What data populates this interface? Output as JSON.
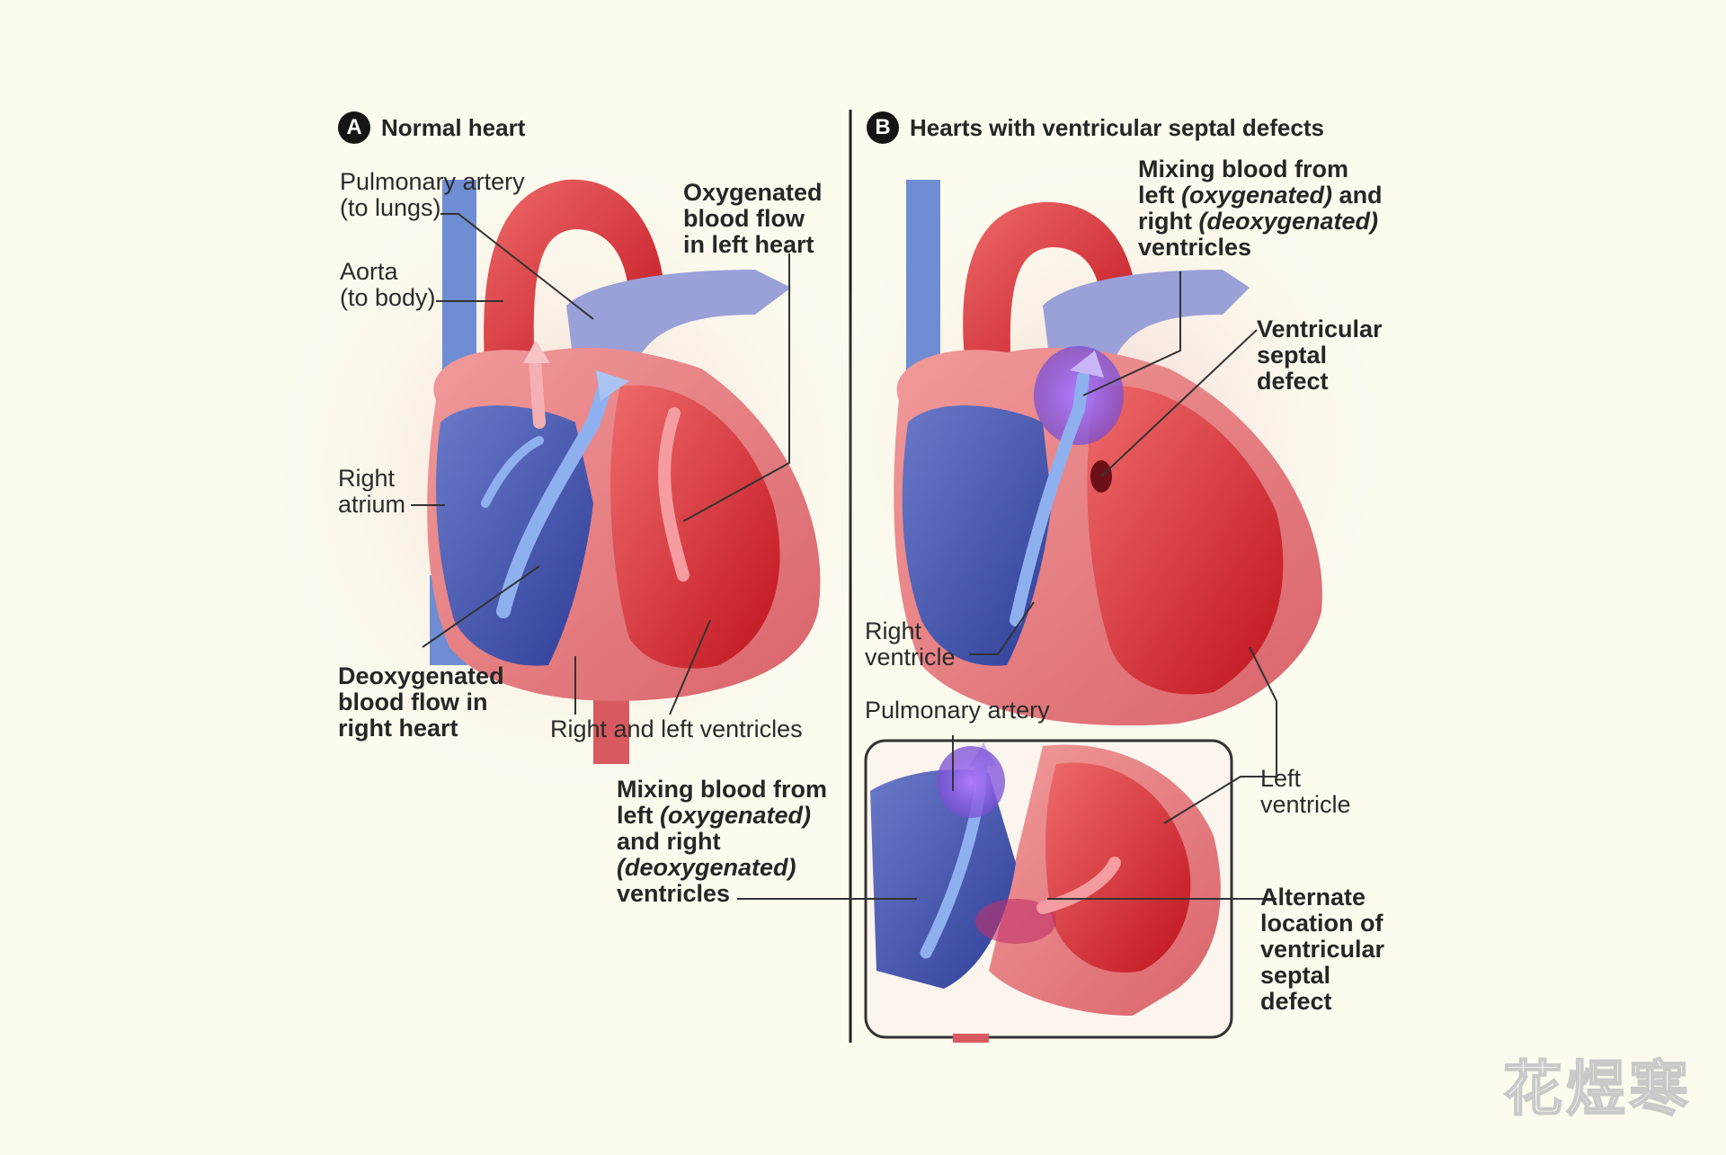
{
  "panel_a": {
    "badge": "A",
    "title": "Normal heart",
    "labels": {
      "pulmonary_artery": [
        "Pulmonary artery",
        "(to lungs)"
      ],
      "aorta": [
        "Aorta",
        "(to body)"
      ],
      "right_atrium": [
        "Right",
        "atrium"
      ],
      "oxygenated_flow": [
        "Oxygenated",
        "blood flow",
        "in left heart"
      ],
      "deoxygenated_flow": [
        "Deoxygenated",
        "blood flow in",
        "right heart"
      ],
      "ventricles": "Right and left ventricles"
    }
  },
  "panel_b": {
    "badge": "B",
    "title": "Hearts with ventricular septal defects",
    "labels": {
      "mixing_top": {
        "l1": "Mixing blood from",
        "l2a": "left ",
        "l2b": "(oxygenated)",
        "l2c": " and",
        "l3a": "right ",
        "l3b": "(deoxygenated)",
        "l4": "ventricles"
      },
      "vsd": [
        "Ventricular",
        "septal",
        "defect"
      ],
      "right_ventricle": [
        "Right",
        "ventricle"
      ],
      "pulmonary_artery": "Pulmonary artery",
      "left_ventricle": [
        "Left",
        "ventricle"
      ],
      "alternate": [
        "Alternate",
        "location of",
        "ventricular",
        "septal",
        "defect"
      ],
      "mixing_bottom": {
        "l1": "Mixing blood from",
        "l2a": "left ",
        "l2b": "(oxygenated)",
        "l3": "and right",
        "l4": "(deoxygenated)",
        "l5": "ventricles"
      }
    }
  },
  "watermark": "花煜寒",
  "colors": {
    "background": "#fcfbee",
    "oxygenated": "#d8272f",
    "deoxygenated": "#3d4fa8",
    "mixing": "#8a4fd6"
  }
}
